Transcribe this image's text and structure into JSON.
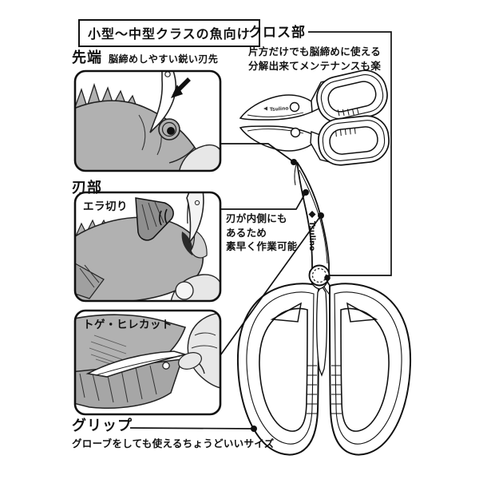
{
  "colors": {
    "outline": "#111111",
    "fish_gray": "#b1b1b1",
    "fin_dark": "#8f8f8f",
    "hand_gray": "#e7e7e7",
    "background": "#ffffff"
  },
  "title_badge": {
    "text": "小型〜中型クラスの魚向け"
  },
  "sections": {
    "tip": {
      "heading": "先端",
      "description": "脳締めしやすい鋭い刃先"
    },
    "blade": {
      "heading": "刃部",
      "examples": [
        {
          "label": "エラ切り"
        },
        {
          "label": "トゲ・ヒレカット"
        }
      ]
    },
    "cross": {
      "heading": "クロス部",
      "lines": [
        "片方だけでも脳締めに使える",
        "分解出来てメンテナンスも楽"
      ]
    },
    "inner_blade_note": {
      "lines": [
        "刃が内側にも",
        "あるため",
        "素早く作業可能"
      ]
    },
    "grip": {
      "heading": "グリップ",
      "description": "グローブをしても使えるちょうどいいサイズ"
    }
  },
  "brand": {
    "name": "Tsulino"
  }
}
